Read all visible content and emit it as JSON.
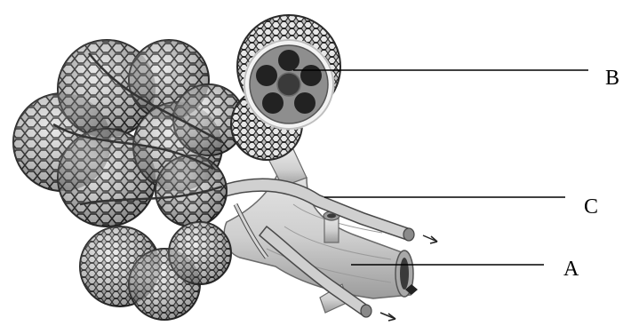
{
  "labels": {
    "a": "A",
    "b": "B",
    "c": "C"
  },
  "colors": {
    "tissue_fill": "#bdbdbd",
    "tissue_dark": "#3a3a3a",
    "mesh_line": "#1e1e1e",
    "vessel_fill": "#d6d6d6",
    "vessel_edge": "#555555",
    "lumen": "#2a2a2a",
    "leader": "#000000"
  }
}
